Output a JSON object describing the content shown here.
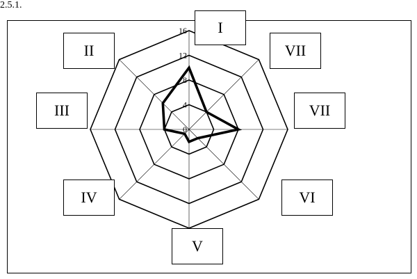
{
  "figure_number": "2.5.1.",
  "chart_data": {
    "type": "radar",
    "categories": [
      "I",
      "VII",
      "VII",
      "VI",
      "V",
      "IV",
      "III",
      "II"
    ],
    "ticks": [
      0,
      4,
      8,
      12,
      16
    ],
    "rlim": [
      0,
      16
    ],
    "series": [
      {
        "values": [
          10,
          4,
          8,
          2,
          2,
          1,
          4,
          6
        ],
        "color": "#000000"
      }
    ]
  }
}
